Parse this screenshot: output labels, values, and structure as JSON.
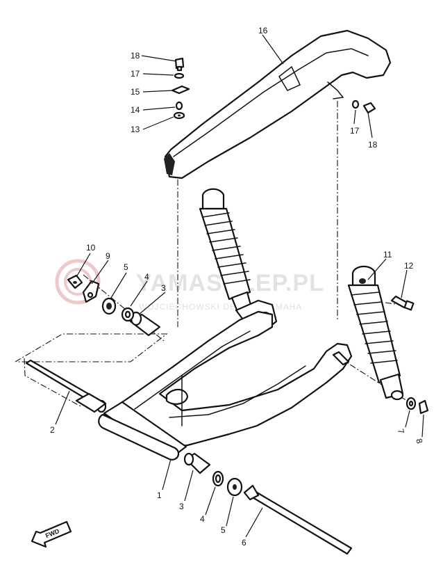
{
  "watermark": {
    "brand": "YAMASKLEP.PL",
    "subtitle": "WOJCIECHOWSKI DEALER YAMAHA"
  },
  "direction_marker": "FWD",
  "callouts": [
    {
      "id": "c1",
      "number": "1"
    },
    {
      "id": "c2",
      "number": "2"
    },
    {
      "id": "c3a",
      "number": "3"
    },
    {
      "id": "c3b",
      "number": "3"
    },
    {
      "id": "c4a",
      "number": "4"
    },
    {
      "id": "c4b",
      "number": "4"
    },
    {
      "id": "c5a",
      "number": "5"
    },
    {
      "id": "c5b",
      "number": "5"
    },
    {
      "id": "c6",
      "number": "6"
    },
    {
      "id": "c7",
      "number": "7"
    },
    {
      "id": "c8",
      "number": "8"
    },
    {
      "id": "c9",
      "number": "9"
    },
    {
      "id": "c10",
      "number": "10"
    },
    {
      "id": "c11",
      "number": "11"
    },
    {
      "id": "c12",
      "number": "12"
    },
    {
      "id": "c13",
      "number": "13"
    },
    {
      "id": "c14",
      "number": "14"
    },
    {
      "id": "c15",
      "number": "15"
    },
    {
      "id": "c16",
      "number": "16"
    },
    {
      "id": "c17a",
      "number": "17"
    },
    {
      "id": "c17b",
      "number": "17"
    },
    {
      "id": "c18a",
      "number": "18"
    },
    {
      "id": "c18b",
      "number": "18"
    }
  ]
}
